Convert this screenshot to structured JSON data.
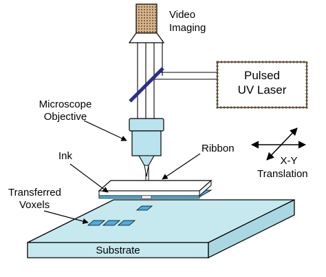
{
  "labels": {
    "video_imaging": [
      "Video",
      "Imaging"
    ],
    "laser": [
      "Pulsed",
      "UV Laser"
    ],
    "microscope": [
      "Microscope",
      "Objective"
    ],
    "translation": [
      "X-Y",
      "Translation"
    ],
    "ink": "Ink",
    "ribbon": "Ribbon",
    "voxels": [
      "Transferred",
      "Voxels"
    ],
    "substrate": "Substrate"
  },
  "colors": {
    "substrate_fill": "#c6e8ef",
    "objective_fill": "#b9e3ee",
    "ink_layer": "#4aaee0",
    "mirror": "#2a2f8c",
    "camera_fill": "#d8b48a",
    "ribbon_fill": "#ffffff",
    "line": "#000000"
  },
  "icons": {
    "camera": "video-camera-icon",
    "laser": "pulsed-uv-laser-icon",
    "mirror": "beam-splitter-mirror-icon",
    "objective": "microscope-objective-icon",
    "translation": "xy-translation-arrows-icon"
  }
}
